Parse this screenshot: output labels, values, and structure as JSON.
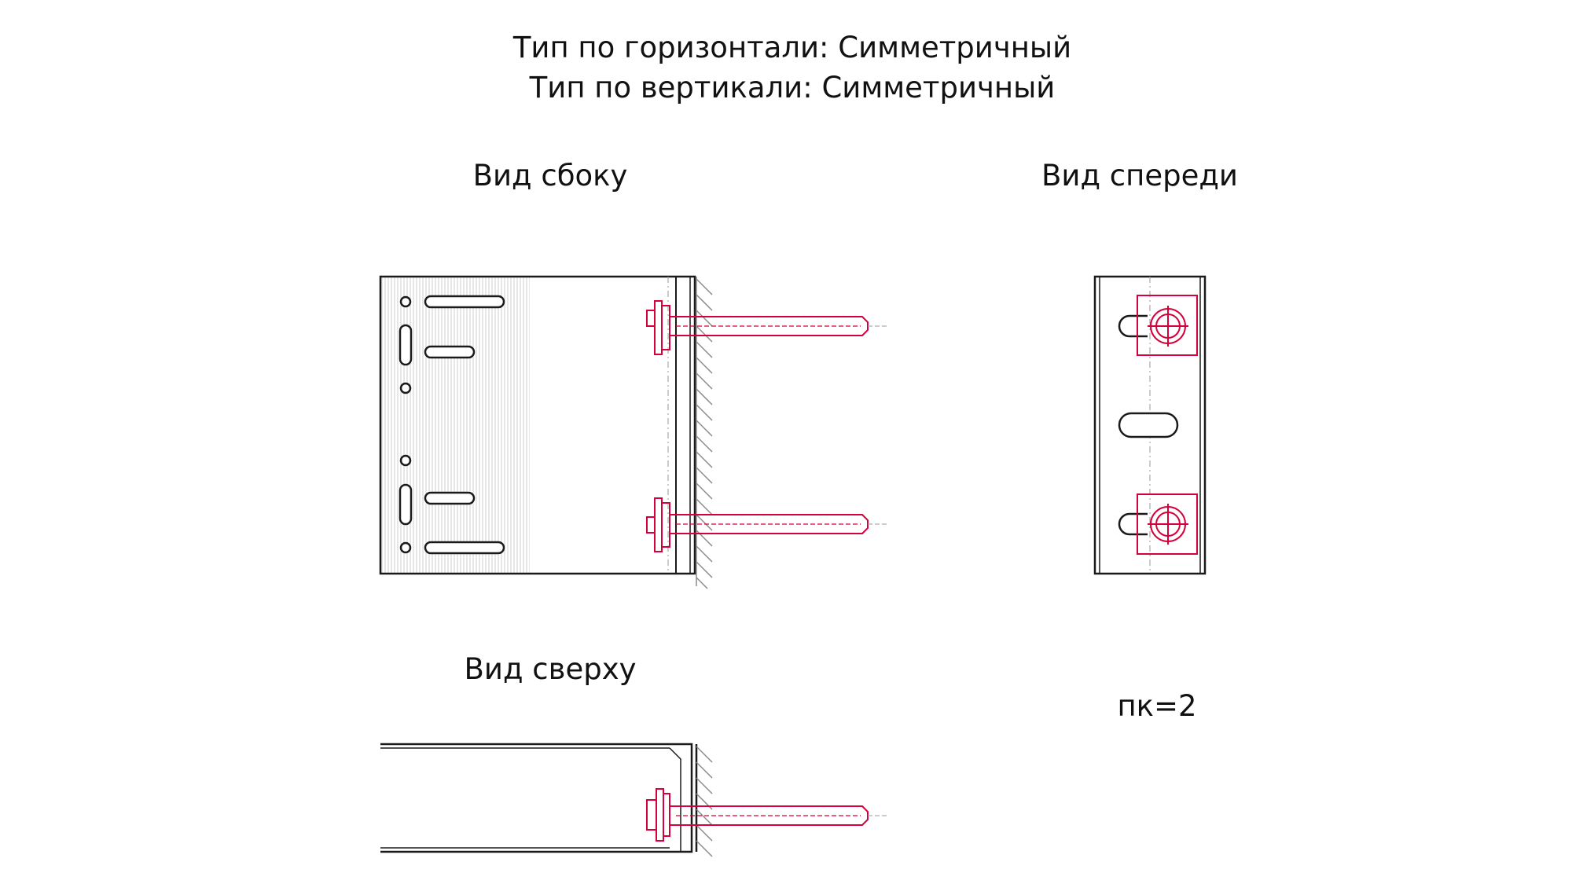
{
  "header": {
    "line1": "Тип по горизонтали: Симметричный",
    "line2": "Тип по вертикали: Симметричный"
  },
  "views": {
    "side": "Вид сбоку",
    "front": "Вид спереди",
    "top": "Вид сверху"
  },
  "note": "пк=2",
  "colors": {
    "outline": "#1a1a1a",
    "fastener": "#d6003a",
    "hatch": "#8a8a8a",
    "centerline": "#9a9a9a"
  }
}
